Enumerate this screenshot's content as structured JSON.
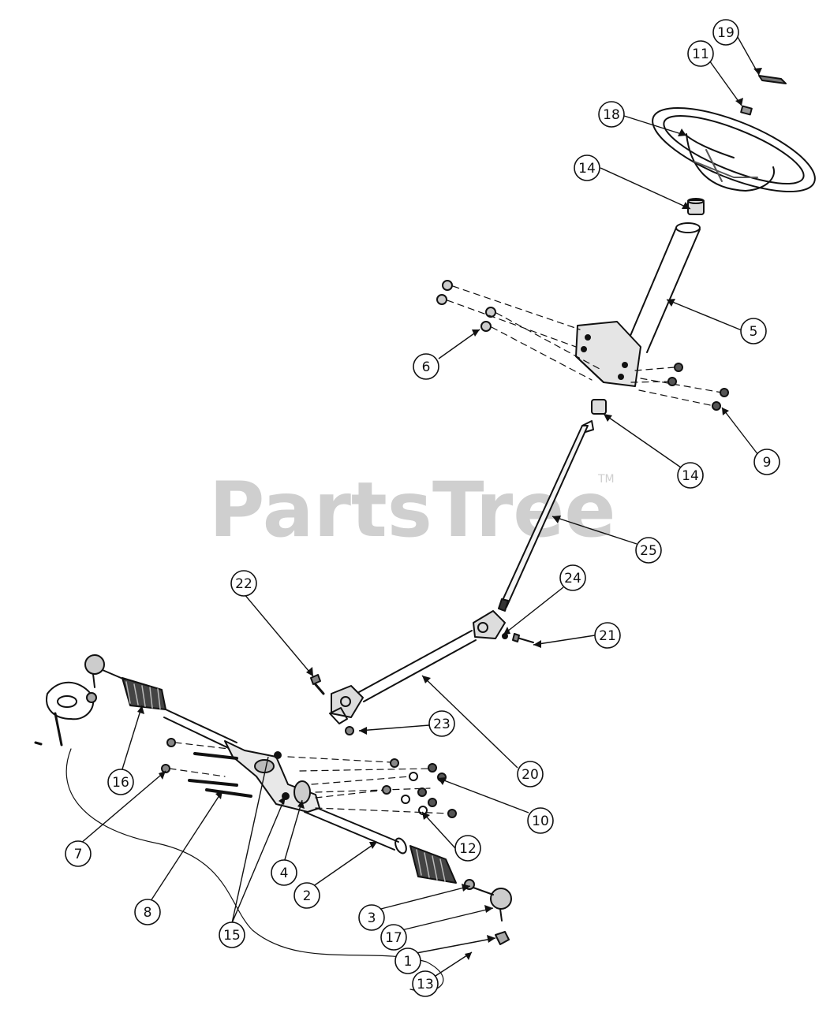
{
  "watermark": {
    "brand": "PartsTree",
    "trademark": "TM"
  },
  "callouts": [
    {
      "id": "c19a",
      "label": "19"
    },
    {
      "id": "c11a",
      "label": "11"
    },
    {
      "id": "c18",
      "label": "18"
    },
    {
      "id": "c14a",
      "label": "14"
    },
    {
      "id": "c5",
      "label": "5"
    },
    {
      "id": "c6",
      "label": "6"
    },
    {
      "id": "c14b",
      "label": "14"
    },
    {
      "id": "c9",
      "label": "9"
    },
    {
      "id": "c25",
      "label": "25"
    },
    {
      "id": "c22",
      "label": "22"
    },
    {
      "id": "c24",
      "label": "24"
    },
    {
      "id": "c21",
      "label": "21"
    },
    {
      "id": "c23",
      "label": "23"
    },
    {
      "id": "c20",
      "label": "20"
    },
    {
      "id": "c16",
      "label": "16"
    },
    {
      "id": "c10",
      "label": "10"
    },
    {
      "id": "c7",
      "label": "7"
    },
    {
      "id": "c12",
      "label": "12"
    },
    {
      "id": "c4",
      "label": "4"
    },
    {
      "id": "c2",
      "label": "2"
    },
    {
      "id": "c8",
      "label": "8"
    },
    {
      "id": "c3",
      "label": "3"
    },
    {
      "id": "c15",
      "label": "15"
    },
    {
      "id": "c17",
      "label": "17"
    },
    {
      "id": "c1",
      "label": "1"
    },
    {
      "id": "c13",
      "label": "13"
    }
  ]
}
